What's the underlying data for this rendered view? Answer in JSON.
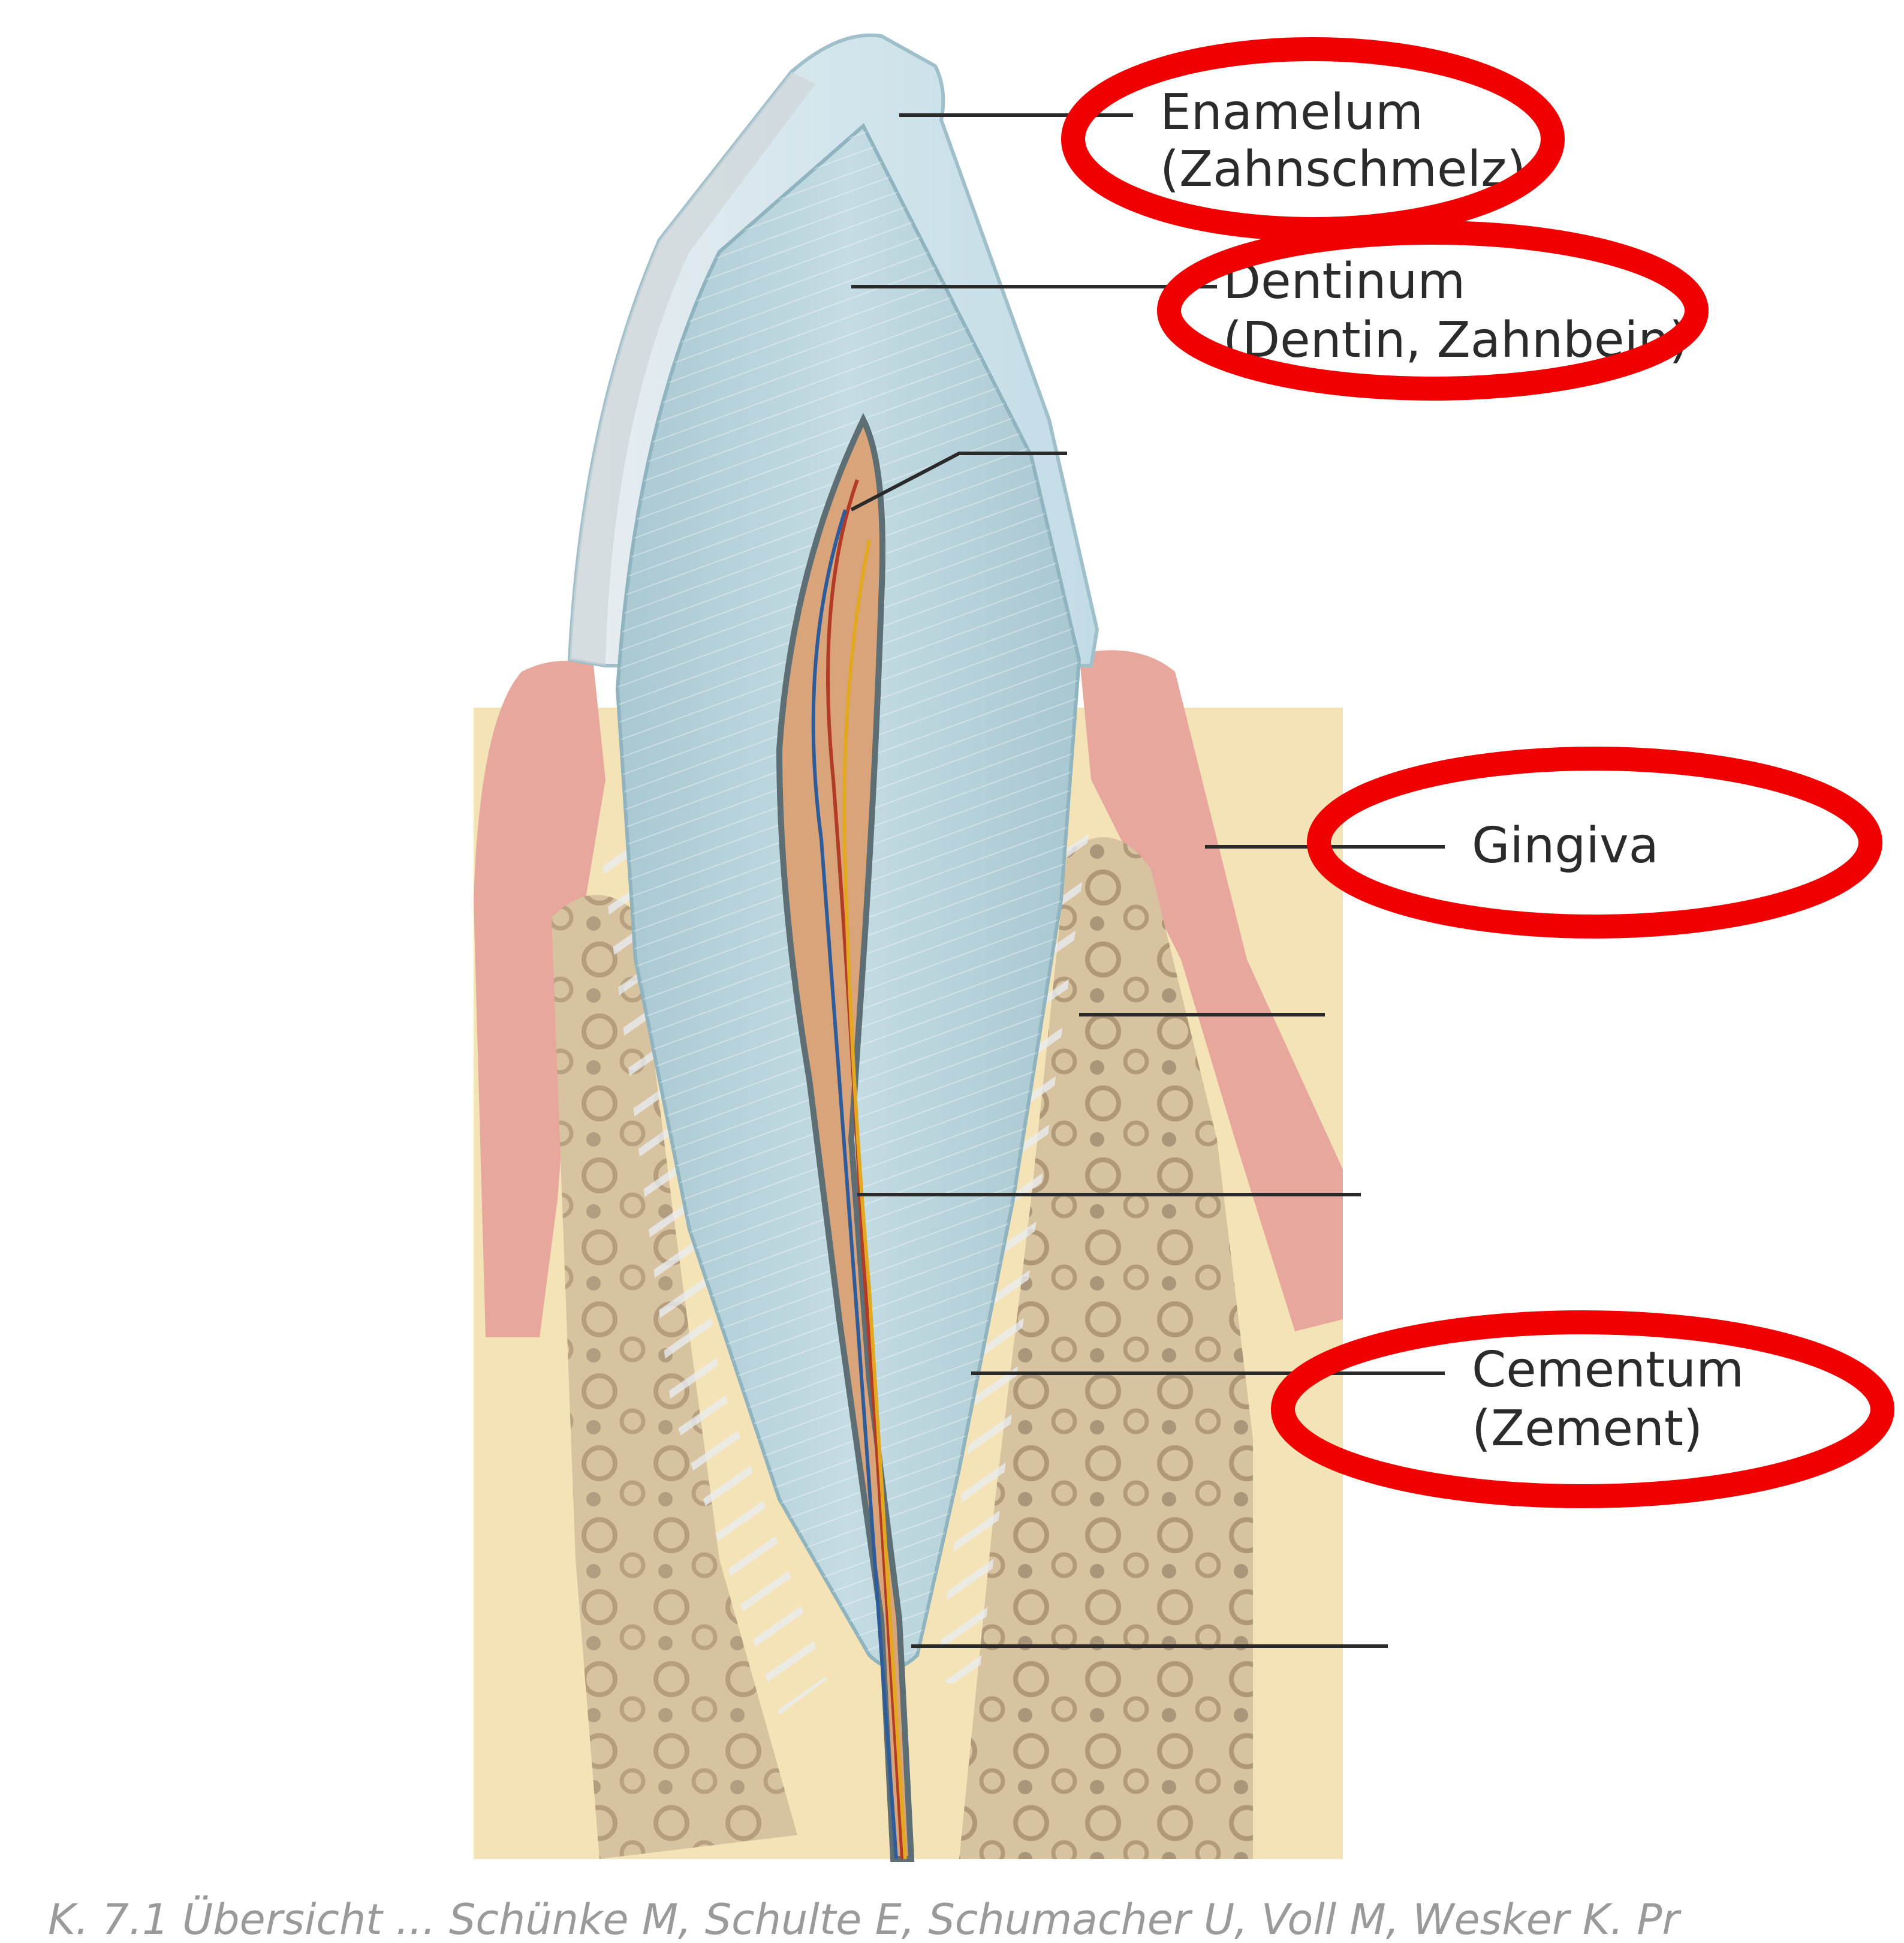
{
  "labels": [
    {
      "id": "enamelum",
      "line1": "Enamelum",
      "line2": "(Zahnschmelz)",
      "circled": true
    },
    {
      "id": "dentinum",
      "line1": "Dentinum",
      "line2": "(Dentin, Zahnbein)",
      "circled": true
    },
    {
      "id": "gingiva",
      "line1": "Gingiva",
      "line2": "",
      "circled": true
    },
    {
      "id": "cementum",
      "line1": "Cementum",
      "line2": "(Zement)",
      "circled": true
    }
  ],
  "caption": "K. 7.1 Übersicht ... Schünke M, Schulte E, Schumacher U, Voll M, Wesker K. Pr",
  "colors": {
    "highlight_circle": "#f00000",
    "enamel": "#d9e8ee",
    "dentin": "#b9d4dc",
    "pulp": "#d9a47a",
    "gingiva": "#e7a79c",
    "bone": "#d8c3a0",
    "connective": "#f3e3b6"
  }
}
